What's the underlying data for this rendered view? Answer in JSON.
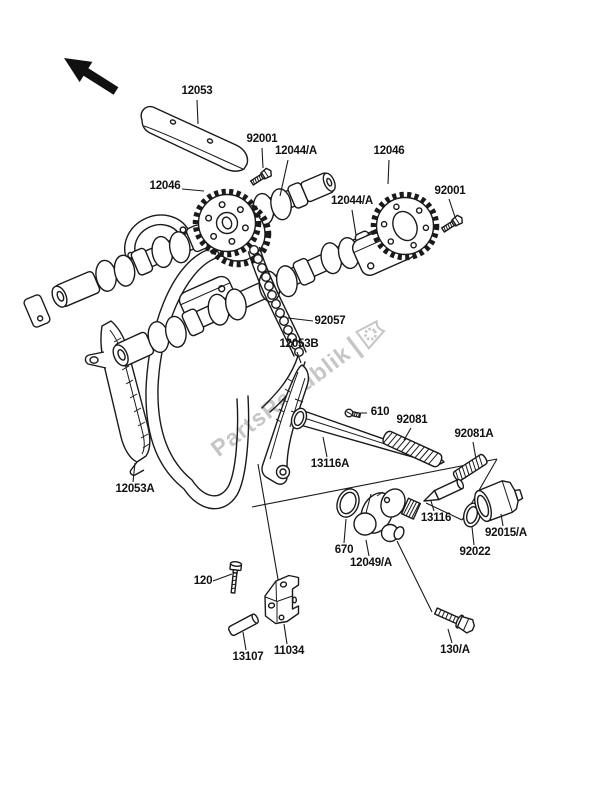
{
  "watermark": {
    "text": "PartsRepublik",
    "separator": "|"
  },
  "diagram": {
    "ink_color": "#1a1a1a",
    "watermark_color": "#c6c6c6",
    "parts": {
      "p12053": "12053",
      "p92001": "92001",
      "p12044a": "12044/A",
      "p12046": "12046",
      "p92057": "92057",
      "p12053b": "12053B",
      "p12053a": "12053A",
      "p610": "610",
      "p92081": "92081",
      "p92081a": "92081A",
      "p13116a": "13116A",
      "p13116": "13116",
      "p92015a": "92015/A",
      "p92022": "92022",
      "p670": "670",
      "p12049a": "12049/A",
      "p120": "120",
      "p13107": "13107",
      "p11034": "11034",
      "p130a": "130/A"
    }
  }
}
